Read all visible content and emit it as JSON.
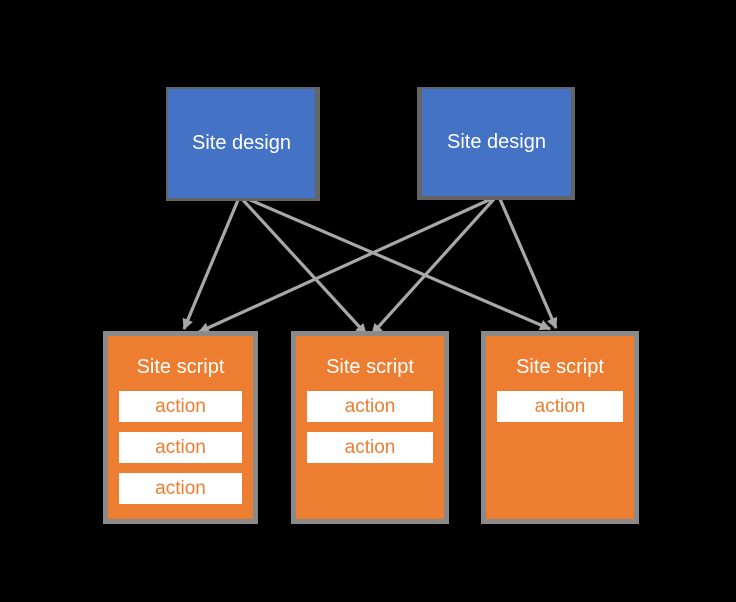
{
  "diagram": {
    "background_color": "#000000",
    "colors": {
      "design_box_fill": "#4472c4",
      "script_box_fill": "#ed7d31",
      "box_border_gray": "#8a8a8a",
      "connector_gray": "#a8a8a8",
      "action_fill": "#ffffff",
      "action_text": "#ed7d31",
      "label_text": "#ffffff"
    },
    "designs": [
      {
        "label": "Site design"
      },
      {
        "label": "Site design"
      }
    ],
    "scripts": [
      {
        "label": "Site script",
        "actions": [
          "action",
          "action",
          "action"
        ]
      },
      {
        "label": "Site script",
        "actions": [
          "action",
          "action"
        ]
      },
      {
        "label": "Site script",
        "actions": [
          "action"
        ]
      }
    ],
    "connections": [
      {
        "from": "design-1",
        "to": "script-1"
      },
      {
        "from": "design-1",
        "to": "script-2"
      },
      {
        "from": "design-1",
        "to": "script-3"
      },
      {
        "from": "design-2",
        "to": "script-1"
      },
      {
        "from": "design-2",
        "to": "script-2"
      },
      {
        "from": "design-2",
        "to": "script-3"
      }
    ]
  }
}
